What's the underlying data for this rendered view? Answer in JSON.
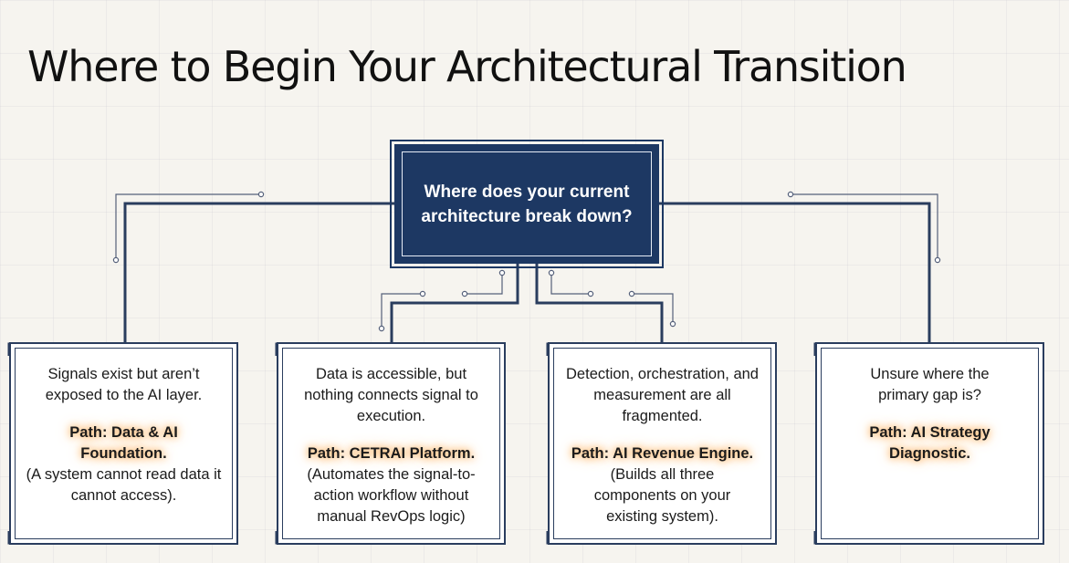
{
  "title": "Where to Begin Your Architectural Transition",
  "root": {
    "question": "Where does your current architecture break down?"
  },
  "branches": [
    {
      "description": "Signals exist but aren’t exposed to the AI layer.",
      "path": "Path: Data & AI Foundation.",
      "note": "(A system cannot read data it cannot access)."
    },
    {
      "description": "Data is accessible, but nothing connects signal to execution.",
      "path": "Path: CETRAI Platform.",
      "note": "(Automates the signal-to-action workflow without manual RevOps logic)"
    },
    {
      "description": "Detection, orchestration, and measurement are all fragmented.",
      "path": "Path: AI Revenue Engine.",
      "note": "(Builds all three components on your existing system)."
    },
    {
      "description": "Unsure where the primary gap is?",
      "path": "Path: AI Strategy Diagnostic.",
      "note": ""
    }
  ],
  "colors": {
    "navy": "#1d3863",
    "border": "#2a3d5e",
    "glow": "#ffa03c"
  }
}
